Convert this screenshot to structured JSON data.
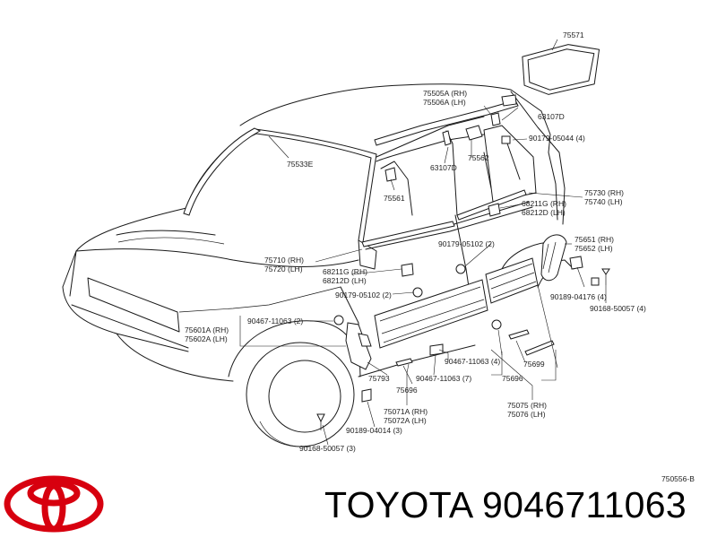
{
  "labels": {
    "p75571": "75571",
    "p75505a": "75505A (RH)",
    "p75506a": "75506A (LH)",
    "p63107d_a": "63107D",
    "p90179_05044": "90179-05044 (4)",
    "p75533e": "75533E",
    "p63107d_b": "63107D",
    "p75562": "75562",
    "p75561": "75561",
    "p75730": "75730 (RH)",
    "p75740": "75740 (LH)",
    "p68211g_a": "68211G (RH)",
    "p68212d_a": "68212D (LH)",
    "p90179_05102_a": "90179-05102 (2)",
    "p75651": "75651 (RH)",
    "p75652": "75652 (LH)",
    "p75710": "75710 (RH)",
    "p75720": "75720 (LH)",
    "p68211g_b": "68211G (RH)",
    "p68212d_b": "68212D (LH)",
    "p90189_04176": "90189-04176 (4)",
    "p90168_50057_a": "90168-50057 (4)",
    "p90179_05102_b": "90179-05102 (2)",
    "p90467_11063_a": "90467-11063 (2)",
    "p75601a": "75601A (RH)",
    "p75602a": "75602A (LH)",
    "p90467_11063_b": "90467-11063 (4)",
    "p75699": "75699",
    "p75793": "75793",
    "p90467_11063_c": "90467-11063 (7)",
    "p75696_a": "75696",
    "p75696_b": "75696",
    "p75071a": "75071A (RH)",
    "p75072a": "75072A (LH)",
    "p75075": "75075 (RH)",
    "p75076": "75076 (LH)",
    "p90189_04014": "90189-04014 (3)",
    "p90168_50057_b": "90168-50057 (3)",
    "ref": "750556-B"
  },
  "footer": {
    "brand_part": "TOYOTA 9046711063"
  },
  "colors": {
    "line": "#1a1a1a",
    "logo": "#d7000f"
  },
  "icons": {
    "logo": "toyota-logo-icon"
  }
}
